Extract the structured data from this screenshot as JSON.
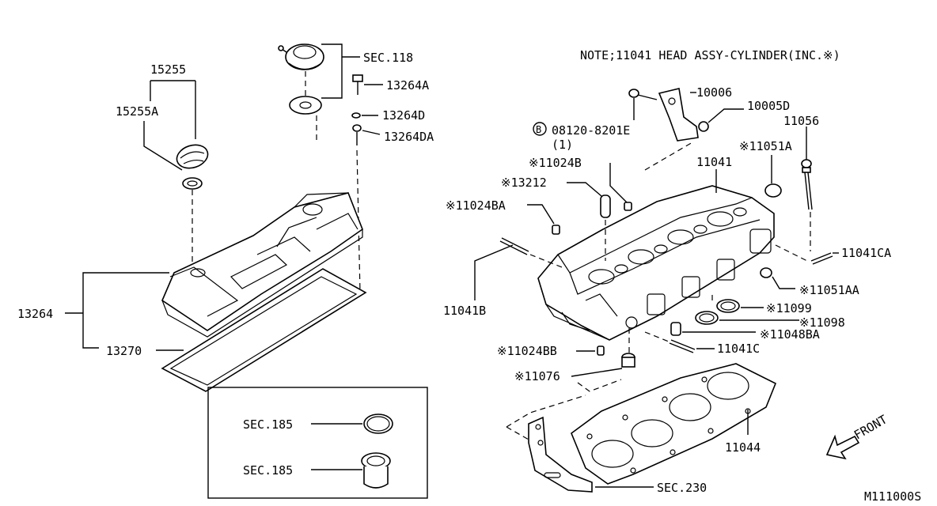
{
  "note": "NOTE;11041 HEAD ASSY-CYLINDER(INC.※)",
  "figure_code": "M111000S",
  "front_label": "FRONT",
  "bolt_circle_letter": "B",
  "labels": {
    "p15255": "15255",
    "p15255A": "15255A",
    "sec118": "SEC.118",
    "p13264A": "13264A",
    "p13264D": "13264D",
    "p13264DA": "13264DA",
    "p13264": "13264",
    "p13270": "13270",
    "sec185a": "SEC.185",
    "sec185b": "SEC.185",
    "p10006": "10006",
    "p10005D": "10005D",
    "p08120": "08120-8201E",
    "p08120qty": "(1)",
    "p11056": "11056",
    "p11051A": "※11051A",
    "p11024B": "※11024B",
    "p11041": "11041",
    "p13212": "※13212",
    "p11024BA": "※11024BA",
    "p11041CA": "11041CA",
    "p11051AA": "※11051AA",
    "p11041B": "11041B",
    "p11099": "※11099",
    "p11098": "※11098",
    "p11048BA": "※11048BA",
    "p11041C": "11041C",
    "p11024BB": "※11024BB",
    "p11076": "※11076",
    "p11044": "11044",
    "sec230": "SEC.230"
  }
}
